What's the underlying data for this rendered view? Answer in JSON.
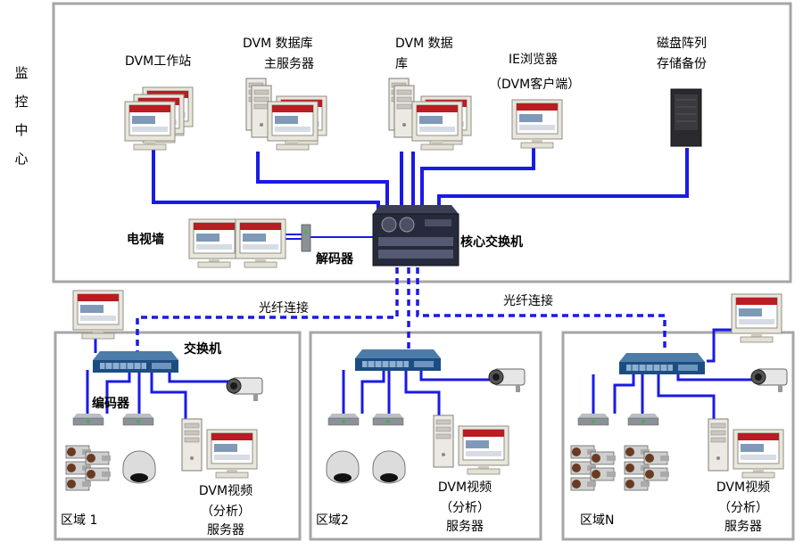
{
  "side_label": [
    "监",
    "控",
    "中",
    "心"
  ],
  "monitoring_center": {
    "workstation": "DVM工作站",
    "db_main": [
      "DVM 数据库",
      "主服务器"
    ],
    "db_backup": [
      "DVM 数据",
      "库"
    ],
    "ie_client": [
      "IE浏览器",
      "（DVM客户端）"
    ],
    "disk_array": [
      "磁盘阵列",
      "存储备份"
    ],
    "video_wall": "电视墙",
    "decoder": "解码器",
    "core_switch": "核心交换机"
  },
  "links": {
    "fiber_left": "光纤连接",
    "fiber_right": "光纤连接"
  },
  "zones": [
    {
      "label": "区域 1",
      "switch": "交换机",
      "encoder": "编码器",
      "server": [
        "DVM视频",
        "（分析）",
        "服务器"
      ]
    },
    {
      "label": "区域2",
      "server": [
        "DVM视频",
        "（分析）",
        "服务器"
      ]
    },
    {
      "label": "区域N",
      "server": [
        "DVM视频",
        "（分析）",
        "服务器"
      ]
    }
  ],
  "colors": {
    "link": "#1a1ae6",
    "border": "#a6a6a6"
  }
}
